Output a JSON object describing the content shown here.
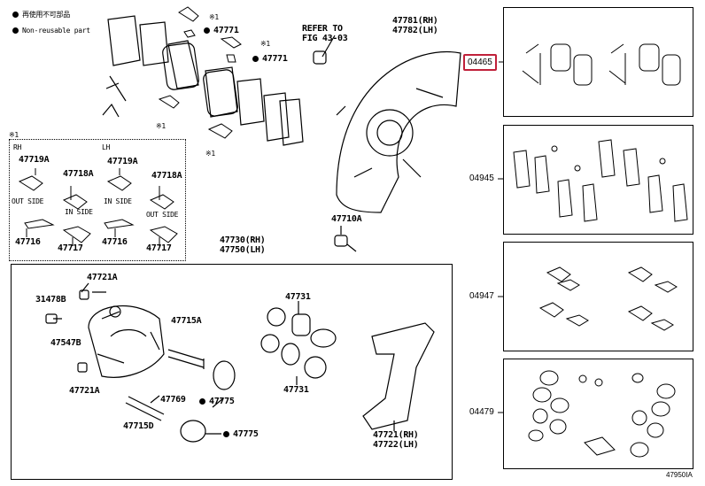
{
  "legend": {
    "items": [
      {
        "label": "再使用不可部品"
      },
      {
        "label": "Non-reusable part"
      }
    ]
  },
  "marks": {
    "star1": "※1"
  },
  "labels": {
    "p47771": "47771",
    "refer_line1": "REFER TO",
    "refer_line2": "FIG 43-03",
    "shield_rh": "47781(RH)",
    "shield_lh": "47782(LH)",
    "p47710A": "47710A",
    "caliper_rh": "47730(RH)",
    "caliper_lh": "47750(LH)",
    "p47721A": "47721A",
    "p31478B": "31478B",
    "p47715A": "47715A",
    "p47547B": "47547B",
    "p47769": "47769",
    "p47775": "47775",
    "p47715D": "47715D",
    "p47731": "47731",
    "mount_rh": "47721(RH)",
    "mount_lh": "47722(LH)"
  },
  "inset": {
    "rh": "RH",
    "lh": "LH",
    "p47719A": "47719A",
    "p47718A": "47718A",
    "p47716": "47716",
    "p47717": "47717",
    "out_side": "OUT SIDE",
    "in_side": "IN SIDE"
  },
  "kits": [
    {
      "code": "04465",
      "highlighted": true
    },
    {
      "code": "04945",
      "highlighted": false
    },
    {
      "code": "04947",
      "highlighted": false
    },
    {
      "code": "04479",
      "highlighted": false
    }
  ],
  "figure_id": "47950IA",
  "colors": {
    "highlight": "#c0203a"
  }
}
